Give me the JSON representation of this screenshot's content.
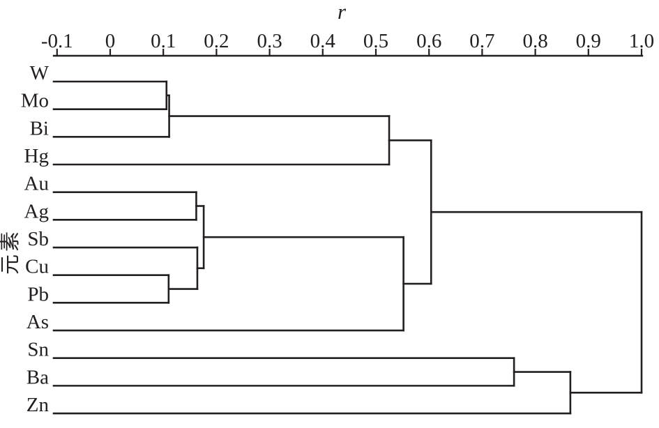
{
  "figure": {
    "background": "#ffffff",
    "line_color": "#231f20",
    "text_color": "#231f20"
  },
  "chart_data": {
    "type": "dendrogram",
    "orientation": "horizontal-left-leaves",
    "axis": {
      "label": "r",
      "position": "top",
      "min": -0.1,
      "max": 1.0,
      "tick_values": [
        -0.1,
        0,
        0.1,
        0.2,
        0.3,
        0.4,
        0.5,
        0.6,
        0.7,
        0.8,
        0.9,
        1.0
      ],
      "tick_labels": [
        "-0.1",
        "0",
        "0.1",
        "0.2",
        "0.3",
        "0.4",
        "0.5",
        "0.6",
        "0.7",
        "0.8",
        "0.9",
        "1.0"
      ]
    },
    "ylabel": "元素",
    "leaves": [
      "W",
      "Mo",
      "Bi",
      "Hg",
      "Au",
      "Ag",
      "Sb",
      "Cu",
      "Pb",
      "As",
      "Sn",
      "Ba",
      "Zn"
    ],
    "tree": {
      "r": 1.0,
      "children": [
        {
          "r": 0.604,
          "children": [
            {
              "r": 0.525,
              "children": [
                {
                  "r": 0.111,
                  "children": [
                    {
                      "r": 0.106,
                      "children": [
                        {
                          "leaf": "W"
                        },
                        {
                          "leaf": "Mo"
                        }
                      ]
                    },
                    {
                      "leaf": "Bi"
                    }
                  ]
                },
                {
                  "leaf": "Hg"
                }
              ]
            },
            {
              "r": 0.552,
              "children": [
                {
                  "r": 0.176,
                  "children": [
                    {
                      "r": 0.162,
                      "children": [
                        {
                          "leaf": "Au"
                        },
                        {
                          "leaf": "Ag"
                        }
                      ]
                    },
                    {
                      "r": 0.164,
                      "children": [
                        {
                          "leaf": "Sb"
                        },
                        {
                          "r": 0.11,
                          "children": [
                            {
                              "leaf": "Cu"
                            },
                            {
                              "leaf": "Pb"
                            }
                          ]
                        }
                      ]
                    }
                  ]
                },
                {
                  "leaf": "As"
                }
              ]
            }
          ]
        },
        {
          "r": 0.866,
          "children": [
            {
              "r": 0.76,
              "children": [
                {
                  "leaf": "Sn"
                },
                {
                  "leaf": "Ba"
                }
              ]
            },
            {
              "leaf": "Zn"
            }
          ]
        }
      ]
    }
  }
}
